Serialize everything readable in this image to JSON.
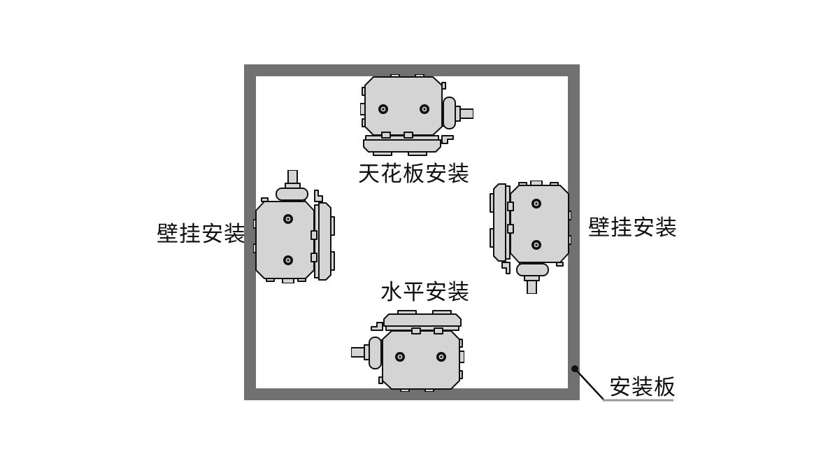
{
  "diagram_title": "gearmotor-mounting-orientations",
  "colors": {
    "background": "#ffffff",
    "plate_frame": "#717171",
    "device_fill": "#d4d4d4",
    "outline": "#111111",
    "underline": "#9a9a9a"
  },
  "devices": [
    {
      "id": "ceiling",
      "label": "天花板安装",
      "position": "top",
      "shaft_direction": "right",
      "mounting_face": "top-plate"
    },
    {
      "id": "wall-left",
      "label": "壁挂安装",
      "position": "left",
      "shaft_direction": "up",
      "mounting_face": "left-plate"
    },
    {
      "id": "wall-right",
      "label": "壁挂安装",
      "position": "right",
      "shaft_direction": "down",
      "mounting_face": "right-plate"
    },
    {
      "id": "horizontal",
      "label": "水平安装",
      "position": "bottom",
      "shaft_direction": "left",
      "mounting_face": "bottom-plate"
    }
  ],
  "plate": {
    "label": "安装板"
  }
}
